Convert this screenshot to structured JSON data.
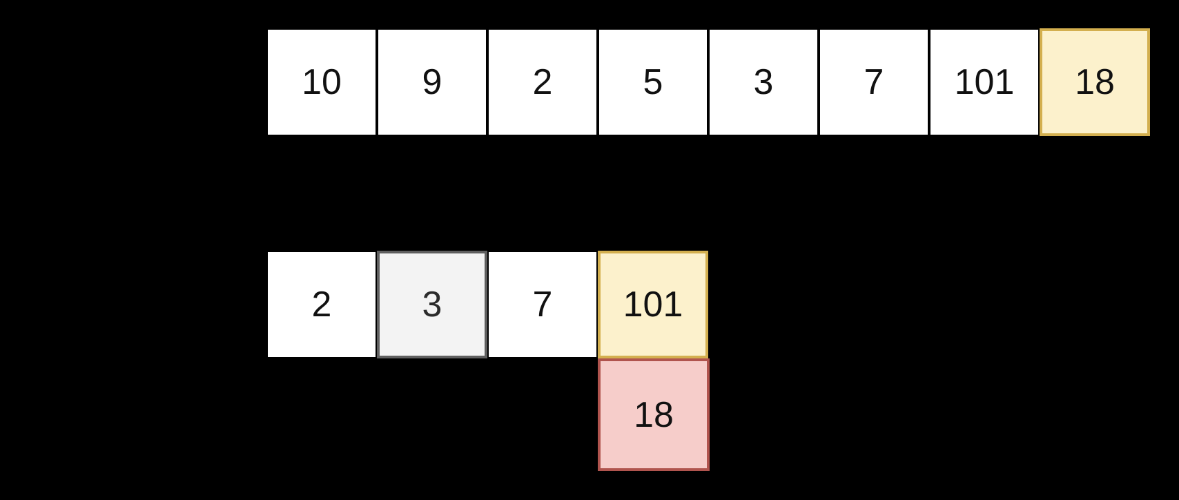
{
  "diagram": {
    "description": "Insertion-sort style array visualization on black background",
    "background_color": "#000000",
    "top_array": {
      "cells": [
        {
          "value": "10",
          "variant": "white"
        },
        {
          "value": "9",
          "variant": "white"
        },
        {
          "value": "2",
          "variant": "white"
        },
        {
          "value": "5",
          "variant": "white"
        },
        {
          "value": "3",
          "variant": "white"
        },
        {
          "value": "7",
          "variant": "white"
        },
        {
          "value": "101",
          "variant": "white"
        },
        {
          "value": "18",
          "variant": "yellow"
        }
      ]
    },
    "bottom_array": {
      "cells": [
        {
          "value": "2",
          "variant": "white"
        },
        {
          "value": "3",
          "variant": "gray"
        },
        {
          "value": "7",
          "variant": "white"
        },
        {
          "value": "101",
          "variant": "yellow"
        }
      ]
    },
    "detached_cell": {
      "value": "18",
      "variant": "red"
    },
    "colors": {
      "yellow_fill": "#FCF1CC",
      "yellow_border": "#D3AF4F",
      "gray_fill": "#F3F3F3",
      "gray_border": "#5F5F5F",
      "red_fill": "#F6CDCA",
      "red_border": "#B0544E",
      "white_fill": "#FFFFFF",
      "text": "#111111",
      "gray_cell_text": "#2B2B2B"
    }
  }
}
